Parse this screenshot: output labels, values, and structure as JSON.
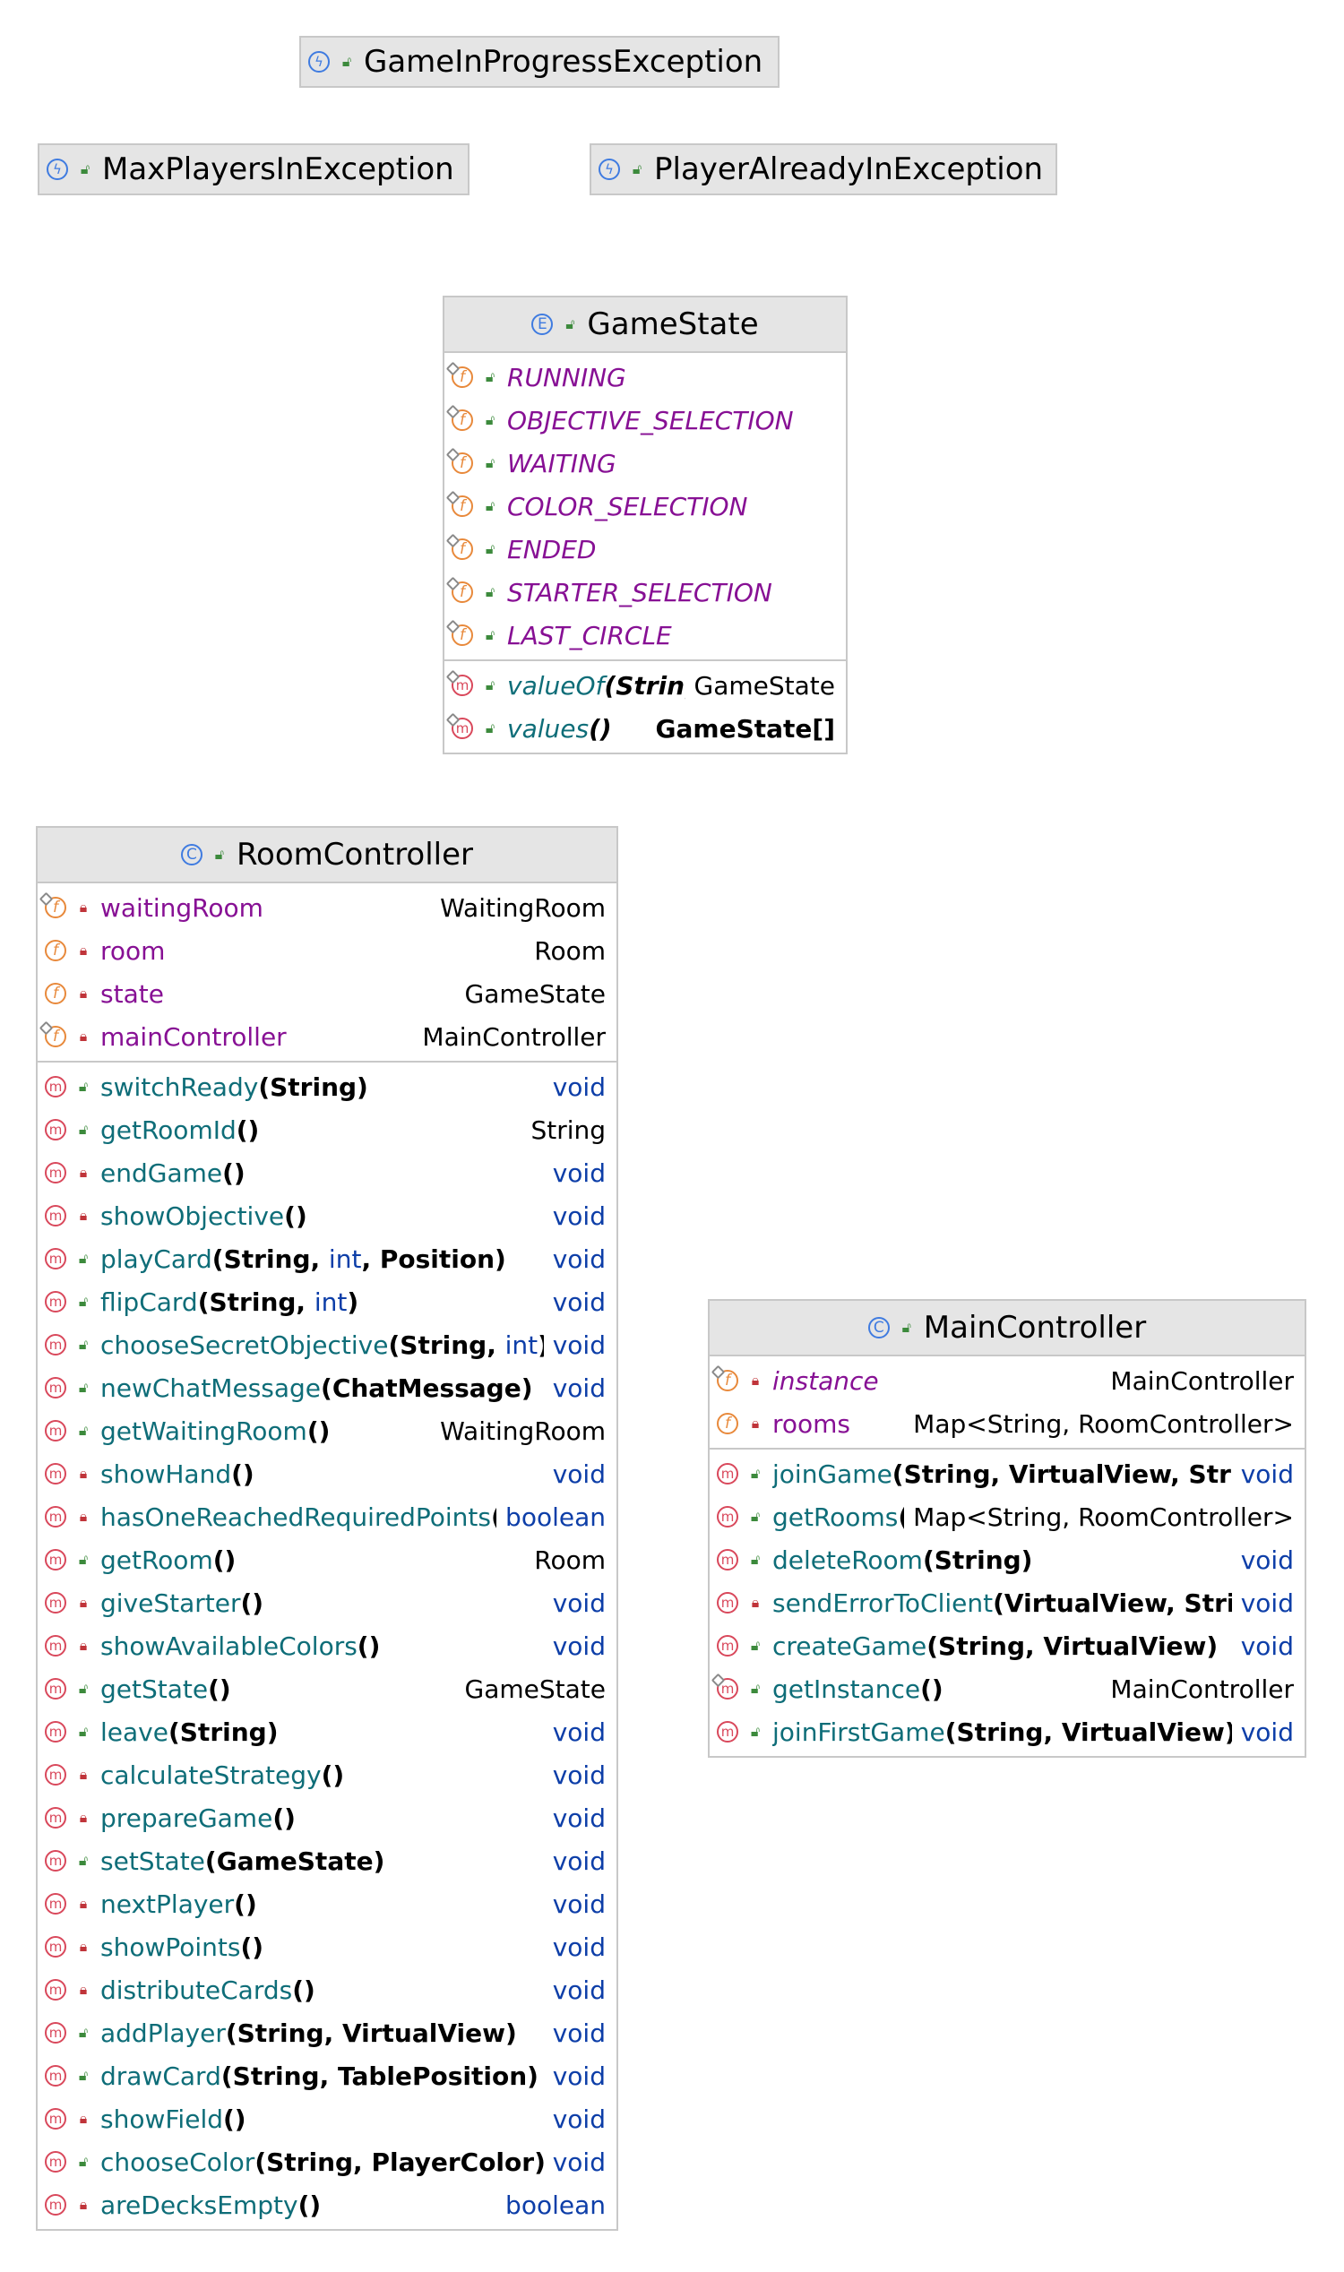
{
  "exceptions": [
    {
      "name": "GameInProgressException",
      "icon": "exception-class-icon"
    },
    {
      "name": "MaxPlayersInException",
      "icon": "exception-class-icon"
    },
    {
      "name": "PlayerAlreadyInException",
      "icon": "exception-class-icon"
    }
  ],
  "gamestate": {
    "title": "GameState",
    "constants": [
      "RUNNING",
      "OBJECTIVE_SELECTION",
      "WAITING",
      "COLOR_SELECTION",
      "ENDED",
      "STARTER_SELECTION",
      "LAST_CIRCLE"
    ],
    "methods": [
      {
        "name": "valueOf",
        "params": "(String)",
        "type": "GameState"
      },
      {
        "name": "values",
        "params": "()",
        "type": "GameState[]"
      }
    ]
  },
  "roomcontroller": {
    "title": "RoomController",
    "fields": [
      {
        "name": "waitingRoom",
        "type": "WaitingRoom"
      },
      {
        "name": "room",
        "type": "Room"
      },
      {
        "name": "state",
        "type": "GameState"
      },
      {
        "name": "mainController",
        "type": "MainController"
      }
    ],
    "methods": [
      {
        "name": "switchReady",
        "p1": "(String)",
        "type": "void"
      },
      {
        "name": "getRoomId",
        "p1": "()",
        "type": "String"
      },
      {
        "name": "endGame",
        "p1": "()",
        "type": "void"
      },
      {
        "name": "showObjective",
        "p1": "()",
        "type": "void"
      },
      {
        "name": "playCard",
        "p1": "(String, ",
        "kw": "int",
        "p2": ", Position)",
        "type": "void"
      },
      {
        "name": "flipCard",
        "p1": "(String, ",
        "kw": "int",
        "p2": ")",
        "type": "void"
      },
      {
        "name": "chooseSecretObjective",
        "p1": "(String, ",
        "kw": "int",
        "p2": ")",
        "type": "void"
      },
      {
        "name": "newChatMessage",
        "p1": "(ChatMessage)",
        "type": "void"
      },
      {
        "name": "getWaitingRoom",
        "p1": "()",
        "type": "WaitingRoom"
      },
      {
        "name": "showHand",
        "p1": "()",
        "type": "void"
      },
      {
        "name": "hasOneReachedRequiredPoints",
        "p1": "()",
        "type": "boolean"
      },
      {
        "name": "getRoom",
        "p1": "()",
        "type": "Room"
      },
      {
        "name": "giveStarter",
        "p1": "()",
        "type": "void"
      },
      {
        "name": "showAvailableColors",
        "p1": "()",
        "type": "void"
      },
      {
        "name": "getState",
        "p1": "()",
        "type": "GameState"
      },
      {
        "name": "leave",
        "p1": "(String)",
        "type": "void"
      },
      {
        "name": "calculateStrategy",
        "p1": "()",
        "type": "void"
      },
      {
        "name": "prepareGame",
        "p1": "()",
        "type": "void"
      },
      {
        "name": "setState",
        "p1": "(GameState)",
        "type": "void"
      },
      {
        "name": "nextPlayer",
        "p1": "()",
        "type": "void"
      },
      {
        "name": "showPoints",
        "p1": "()",
        "type": "void"
      },
      {
        "name": "distributeCards",
        "p1": "()",
        "type": "void"
      },
      {
        "name": "addPlayer",
        "p1": "(String, VirtualView)",
        "type": "void"
      },
      {
        "name": "drawCard",
        "p1": "(String, TablePosition)",
        "type": "void"
      },
      {
        "name": "showField",
        "p1": "()",
        "type": "void"
      },
      {
        "name": "chooseColor",
        "p1": "(String, PlayerColor)",
        "type": "void"
      },
      {
        "name": "areDecksEmpty",
        "p1": "()",
        "type": "boolean"
      }
    ]
  },
  "maincontroller": {
    "title": "MainController",
    "fields": [
      {
        "name": "instance",
        "type": "MainController"
      },
      {
        "name": "rooms",
        "type": "Map<String, RoomController>"
      }
    ],
    "methods": [
      {
        "name": "joinGame",
        "p1": "(String, VirtualView, String)",
        "type": "void"
      },
      {
        "name": "getRooms",
        "p1": "()",
        "type": "Map<String, RoomController>"
      },
      {
        "name": "deleteRoom",
        "p1": "(String)",
        "type": "void"
      },
      {
        "name": "sendErrorToClient",
        "p1": "(VirtualView, String)",
        "type": "void"
      },
      {
        "name": "createGame",
        "p1": "(String, VirtualView)",
        "type": "void"
      },
      {
        "name": "getInstance",
        "p1": "()",
        "type": "MainController"
      },
      {
        "name": "joinFirstGame",
        "p1": "(String, VirtualView)",
        "type": "void"
      }
    ]
  }
}
